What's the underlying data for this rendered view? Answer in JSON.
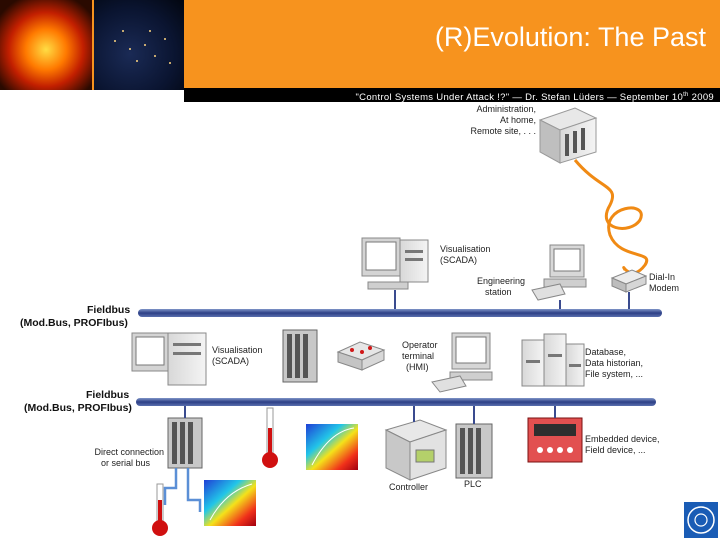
{
  "header": {
    "title": "(R)Evolution: The Past",
    "subtitle_main": "\"Control Systems Under Attack !?\" — Dr. Stefan Lüders —  September 10",
    "subtitle_sup": "th",
    "subtitle_year": "2009"
  },
  "diagram": {
    "remote": [
      "Administration,",
      "At home,",
      "Remote site, . . ."
    ],
    "scada_top": [
      "Visualisation",
      "(SCADA)"
    ],
    "engineering": [
      "Engineering",
      "station"
    ],
    "dialin": [
      "Dial-In",
      "Modem"
    ],
    "fieldbus1": [
      "Fieldbus",
      "(Mod.Bus, PROFIbus)"
    ],
    "scada_mid": [
      "Visualisation",
      "(SCADA)"
    ],
    "operator": [
      "Operator",
      "terminal",
      "(HMI)"
    ],
    "database": [
      "Database,",
      "Data historian,",
      "File system, ..."
    ],
    "fieldbus2": [
      "Fieldbus",
      "(Mod.Bus, PROFIbus)"
    ],
    "direct": [
      "Direct connection",
      "or serial bus"
    ],
    "controller": "Controller",
    "plc": "PLC",
    "embedded": [
      "Embedded device,",
      "Field device, ..."
    ]
  }
}
